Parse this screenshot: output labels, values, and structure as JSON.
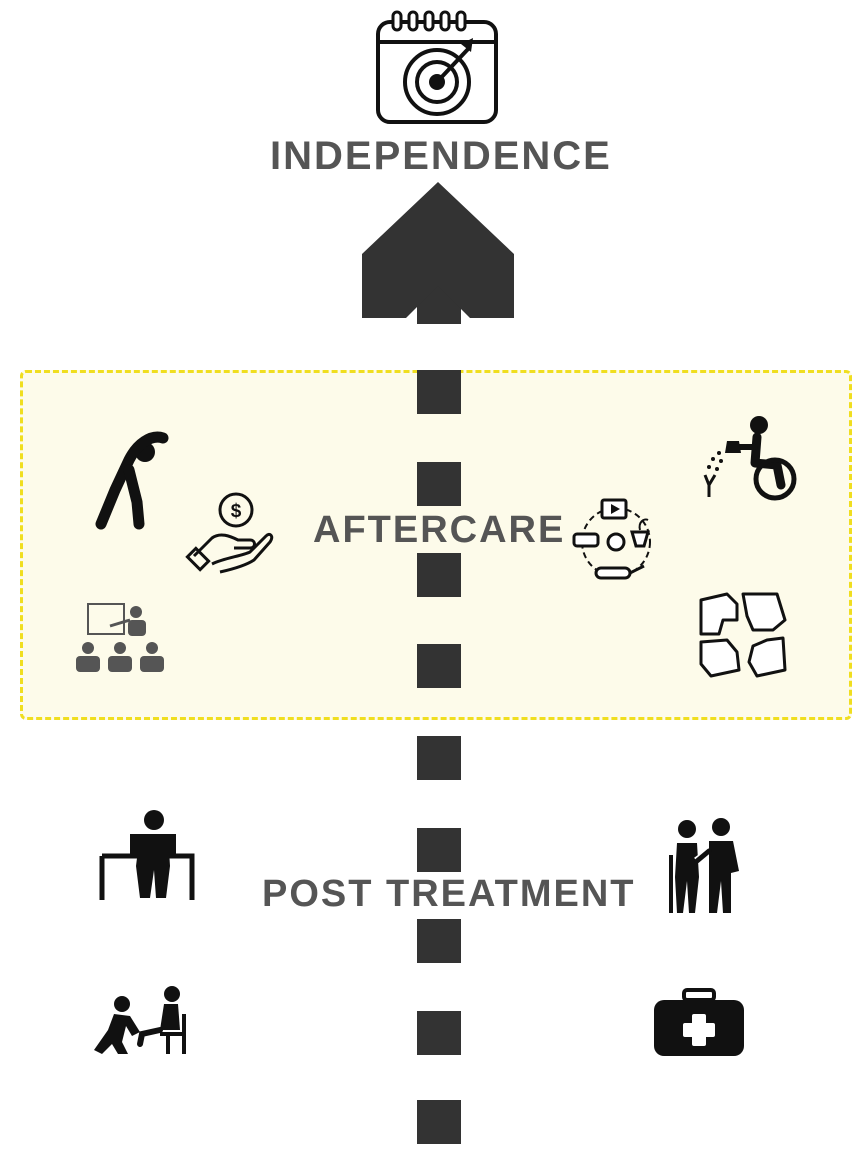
{
  "labels": {
    "top": "INDEPENDENCE",
    "middle": "AFTERCARE",
    "bottom": "POST TREATMENT"
  },
  "colors": {
    "path": "#333333",
    "label_text": "#555555",
    "aftercare_fill": "#fdfbea",
    "aftercare_border": "#f0de1f",
    "icon": "#111111"
  },
  "icons": {
    "top": [
      "calendar-target-icon"
    ],
    "aftercare_left": [
      "stretching-exercise-icon",
      "money-hand-icon",
      "group-training-icon"
    ],
    "aftercare_right": [
      "wheelchair-gardening-icon",
      "healthy-lifestyle-icon",
      "hands-together-icon"
    ],
    "post_left": [
      "parallel-bars-walking-icon",
      "physiotherapy-session-icon"
    ],
    "post_right": [
      "assisted-walking-icon",
      "first-aid-kit-icon"
    ]
  },
  "icon_symbols": {
    "money": "$"
  }
}
